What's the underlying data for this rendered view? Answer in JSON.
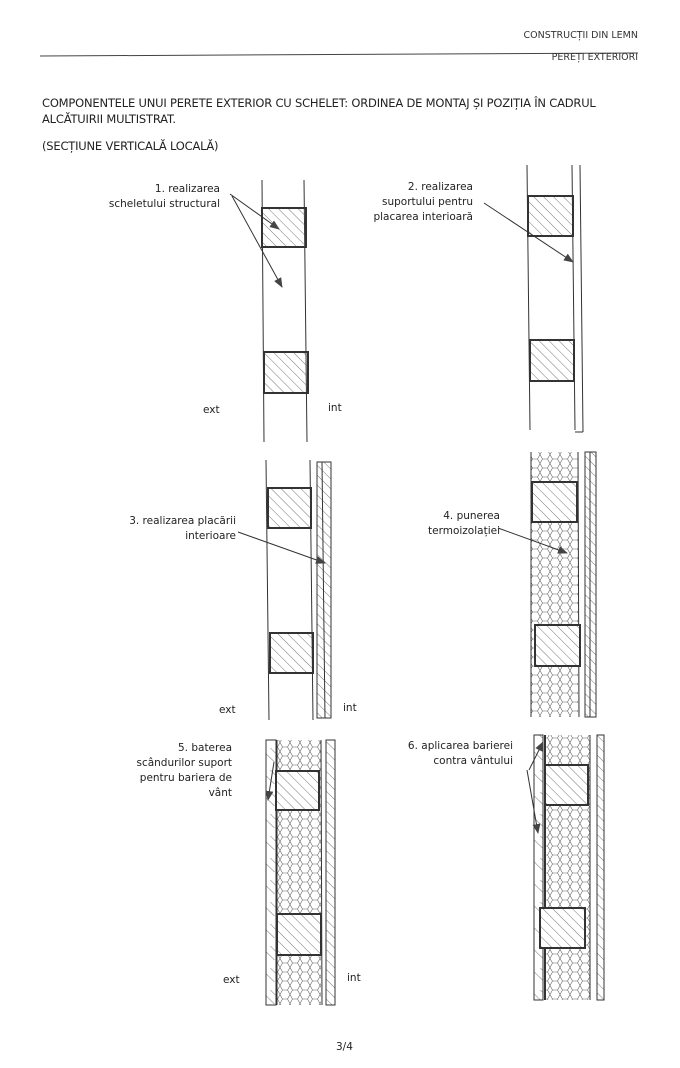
{
  "header": {
    "section": "CONSTRUCȚII DIN LEMN",
    "subsection": "PEREȚI EXTERIORI"
  },
  "title": {
    "line1": "COMPONENTELE UNUI PERETE EXTERIOR CU SCHELET: ORDINEA DE MONTAJ ȘI POZIȚIA ÎN CADRUL",
    "line2": "ALCĂTUIRII MULTISTRAT.",
    "line3": "(SECȚIUNE VERTICALĂ LOCALĂ)"
  },
  "steps": [
    {
      "l1": "1. realizarea",
      "l2": "scheletului structural"
    },
    {
      "l1": "2. realizarea",
      "l2": "suportului pentru",
      "l3": "placarea interioară"
    },
    {
      "l1": "3. realizarea placării",
      "l2": "interioare"
    },
    {
      "l1": "4. punerea",
      "l2": "termoizolației"
    },
    {
      "l1": "5. baterea",
      "l2": "scândurilor suport",
      "l3": "pentru bariera de",
      "l4": "vânt"
    },
    {
      "l1": "6. aplicarea barierei",
      "l2": "contra vântului"
    }
  ],
  "sides": {
    "ext": "ext",
    "int": "int"
  },
  "page_number": "3/4"
}
